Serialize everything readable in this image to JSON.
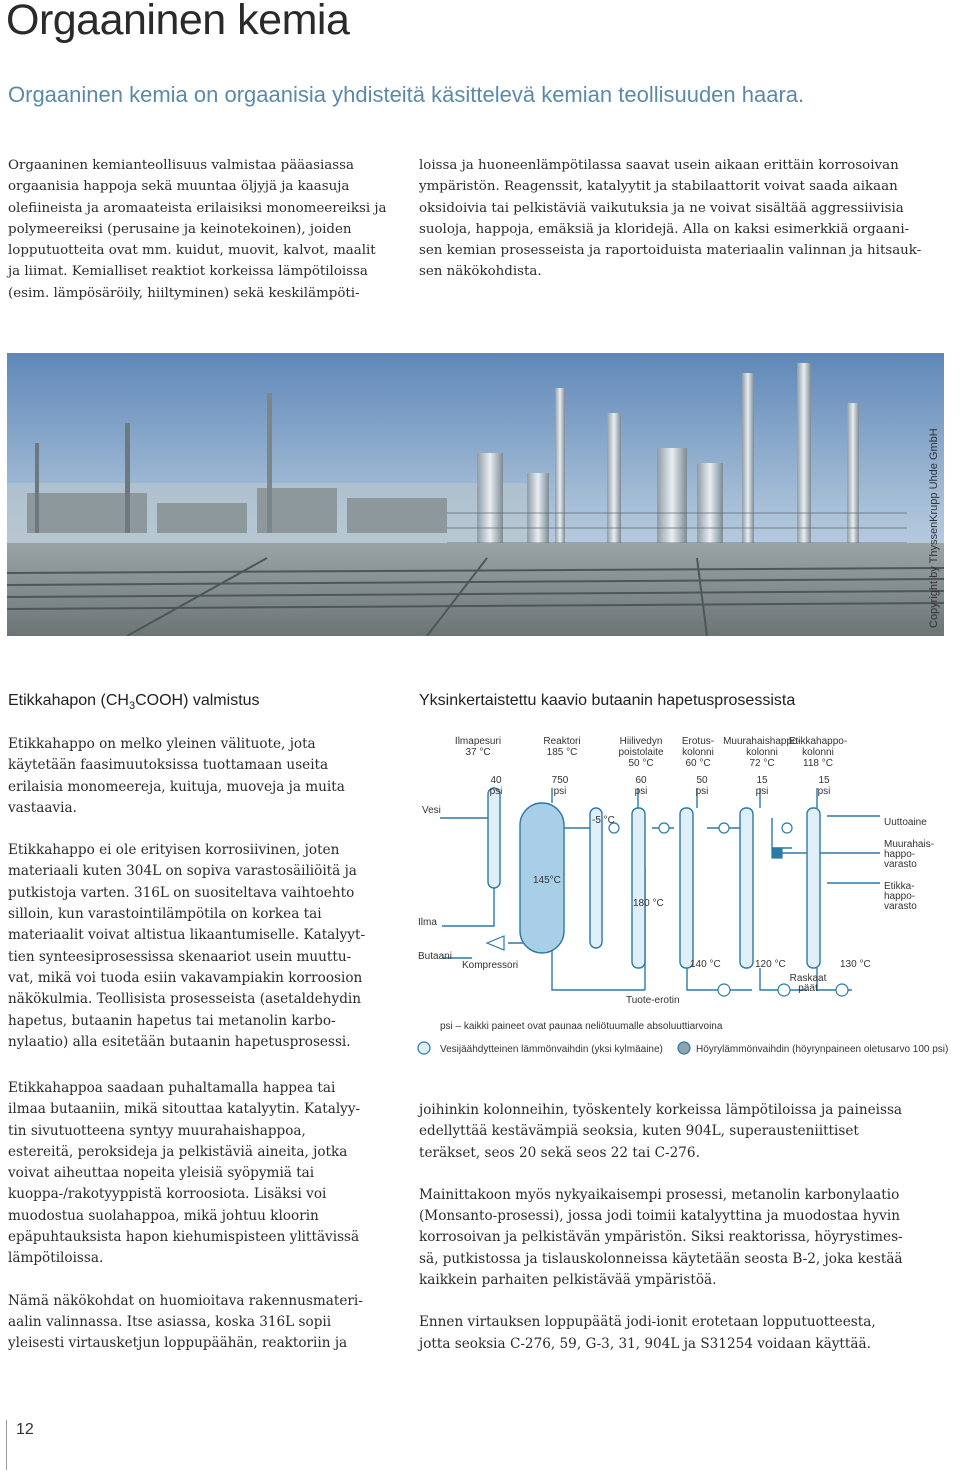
{
  "header": {
    "title": "Orgaaninen kemia",
    "subtitle": "Orgaaninen kemia on orgaanisia yhdisteitä käsittelevä kemian teollisuuden haara."
  },
  "intro": {
    "left_lines": [
      "Orgaaninen kemianteollisuus valmistaa pääasiassa",
      "orgaanisia happoja sekä muuntaa öljyjä ja kaasuja",
      "olefiineista ja aromaateista erilaisiksi monomeereiksi ja",
      "polymeereiksi (perusaine ja keinotekoinen), joiden",
      "lopputuotteita ovat mm. kuidut, muovit, kalvot, maalit",
      "ja liimat. Kemialliset reaktiot korkeissa lämpötiloissa",
      "(esim. lämpösäröily, hiiltyminen) sekä keskilämpöti-"
    ],
    "right_lines": [
      "loissa ja huoneenlämpötilassa saavat usein aikaan erittäin korrosoivan",
      "ympäristön. Reagenssit, katalyytit ja stabilaattorit voivat saada aikaan",
      "oksidoivia tai pelkistäviä vaikutuksia ja ne voivat sisältää aggressiivisia",
      "suoloja, happoja, emäksiä ja kloridejä. Alla on kaksi esimerkkiä orgaani-",
      "sen kemian prosesseista ja raportoiduista materiaalin valinnan ja hitsauk-",
      "sen näkökohdista."
    ]
  },
  "photo": {
    "copyright": "Copyright by ThyssenKrupp Uhde GmbH"
  },
  "left_section": {
    "heading_pre": "Etikkahapon (CH",
    "heading_sub": "3",
    "heading_post": "COOH) valmistus",
    "paragraphs": [
      [
        "Etikkahappo on melko yleinen välituote, jota",
        "käytetään faasimuutoksissa tuottamaan useita",
        "erilaisia monomeereja, kuituja, muoveja ja muita",
        "vastaavia."
      ],
      [
        "Etikkahappo ei ole erityisen korrosiivinen, joten",
        "materiaali kuten 304L on sopiva varastosäiliöitä ja",
        "putkistoja varten. 316L on suositeltava vaihtoehto",
        "silloin, kun varastointilämpötila on korkea tai",
        "materiaalit voivat altistua likaantumiselle. Katalyyt-",
        "tien synteesiprosessissa skenaariot usein muuttu-",
        "vat, mikä voi tuoda esiin vakavampiakin korroosion",
        "näkökulmia. Teollisista prosesseista (asetaldehydin",
        "hapetus, butaanin hapetus tai metanolin karbo-",
        "nylaatio) alla esitetään butaanin hapetusprosessi."
      ]
    ],
    "paragraphs2": [
      [
        "Etikkahappoa saadaan puhaltamalla happea tai",
        "ilmaa butaaniin, mikä sitouttaa katalyytin. Katalyy-",
        "tin sivutuotteena syntyy muurahaishappoa,",
        "estereitä, peroksideja ja pelkistäviä aineita, jotka",
        "voivat aiheuttaa nopeita yleisiä syöpymiä tai",
        "kuoppa-/rakotyyppistä korroosiota. Lisäksi voi",
        "muodostua suolahappoa, mikä johtuu kloorin",
        "epäpuhtauksista hapon kiehumispisteen ylittävissä",
        "lämpötiloissa."
      ],
      [
        "Nämä näkökohdat on huomioitava rakennusmateri-",
        "aalin valinnassa. Itse asiassa, koska 316L sopii",
        "yleisesti virtausketjun loppupäähän, reaktoriin ja"
      ]
    ]
  },
  "right_section": {
    "heading": "Yksinkertaistettu kaavio butaanin hapetusprosessista",
    "paragraphs": [
      [
        "joihinkin kolonneihin, työskentely korkeissa lämpötiloissa ja paineissa",
        "edellyttää kestävämpiä seoksia, kuten 904L, superausteniittiset",
        "teräkset, seos 20 sekä seos 22 tai C-276."
      ],
      [
        "Mainittakoon myös nykyaikaisempi prosessi, metanolin karbonylaatio",
        "(Monsanto-prosessi), jossa jodi toimii katalyyttina ja muodostaa hyvin",
        "korrosoivan ja pelkistävän ympäristön. Siksi reaktorissa, höyrystimes-",
        "sä, putkistossa ja tislauskolonneissa käytetään seosta B-2, joka kestää",
        "kaikkein parhaiten pelkistävää ympäristöä."
      ],
      [
        "Ennen virtauksen loppupäätä jodi-ionit erotetaan lopputuotteesta,",
        "jotta seoksia C-276, 59, G-3, 31, 904L ja S31254 voidaan käyttää."
      ]
    ]
  },
  "diagram": {
    "units": [
      {
        "name": [
          "Ilmapesuri",
          "37 °C"
        ],
        "pressure": [
          "40",
          "psi"
        ]
      },
      {
        "name": [
          "Reaktori",
          "185 °C"
        ],
        "pressure": [
          "750",
          "psi"
        ]
      },
      {
        "name": [
          "Hiilivedyn",
          "poistolaite",
          "50 °C"
        ],
        "pressure": [
          "60",
          "psi"
        ]
      },
      {
        "name": [
          "Erotus-",
          "kolonni",
          "60 °C"
        ],
        "pressure": [
          "50",
          "psi"
        ]
      },
      {
        "name": [
          "Muurahaishappo-",
          "kolonni",
          "72 °C"
        ],
        "pressure": [
          "15",
          "psi"
        ]
      },
      {
        "name": [
          "Etikkahappo-",
          "kolonni",
          "118 °C"
        ],
        "pressure": [
          "15",
          "psi"
        ]
      }
    ],
    "inputs": {
      "water": "Vesi",
      "air": "Ilma",
      "butane": "Butaani",
      "compressor": "Kompressori"
    },
    "temps": {
      "t_m5": "-5 °C",
      "t_145": "145°C",
      "t_180": "180 °C",
      "t_140": "140 °C",
      "t_120": "120 °C",
      "t_130": "130 °C"
    },
    "outputs": {
      "waste_water": "Uuttoaine",
      "formic": [
        "Muurahais-",
        "happo-",
        "varasto"
      ],
      "acetic": [
        "Etikka-",
        "happo-",
        "varasto"
      ],
      "heavy": [
        "Raskaat",
        "päät"
      ],
      "product": "Tuote-erotin"
    },
    "notes": {
      "psi_note": "psi – kaikki paineet ovat paunaa neliötuumalle absoluuttiarvoina",
      "legend_cold": "Vesijäähdytteinen lämmönvaihdin (yksi kylmäaine)",
      "legend_hot": "Höyrylämmönvaihdin (höyrynpaineen oletusarvo 100 psi)"
    }
  },
  "footer": {
    "page_number": "12"
  }
}
